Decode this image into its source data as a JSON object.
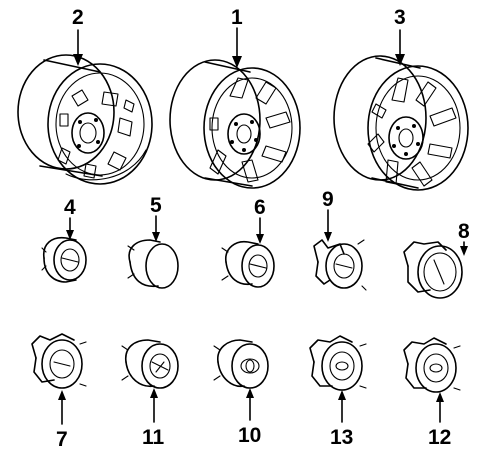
{
  "diagram": {
    "parts": [
      {
        "id": "wheel-2",
        "callout": "2"
      },
      {
        "id": "wheel-1",
        "callout": "1"
      },
      {
        "id": "wheel-3",
        "callout": "3"
      },
      {
        "id": "cap-4",
        "callout": "4"
      },
      {
        "id": "cap-5",
        "callout": "5"
      },
      {
        "id": "cap-6",
        "callout": "6"
      },
      {
        "id": "cap-9",
        "callout": "9"
      },
      {
        "id": "cap-8",
        "callout": "8"
      },
      {
        "id": "cap-7",
        "callout": "7"
      },
      {
        "id": "cap-11",
        "callout": "11"
      },
      {
        "id": "cap-10",
        "callout": "10"
      },
      {
        "id": "cap-13",
        "callout": "13"
      },
      {
        "id": "cap-12",
        "callout": "12"
      }
    ]
  }
}
